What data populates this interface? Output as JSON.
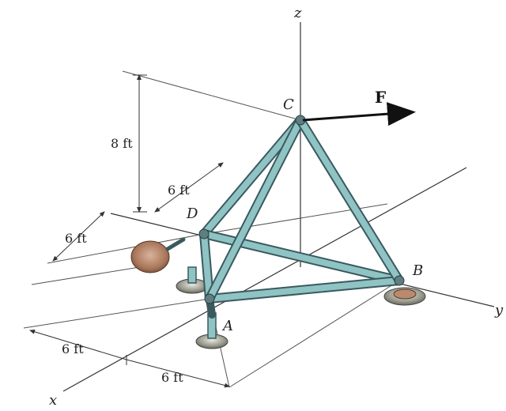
{
  "axes": {
    "x": "x",
    "y": "y",
    "z": "z"
  },
  "points": {
    "A": "A",
    "B": "B",
    "C": "C",
    "D": "D"
  },
  "force": {
    "label": "F"
  },
  "dimensions": {
    "height": "8 ft",
    "top_depth": "6 ft",
    "left_depth": "6 ft",
    "bottom_left": "6 ft",
    "bottom_right": "6 ft"
  },
  "colors": {
    "member_fill": "#8fc3c4",
    "member_edge": "#3a5a5e",
    "support_fill": "#b98a6e",
    "line": "#333333"
  }
}
